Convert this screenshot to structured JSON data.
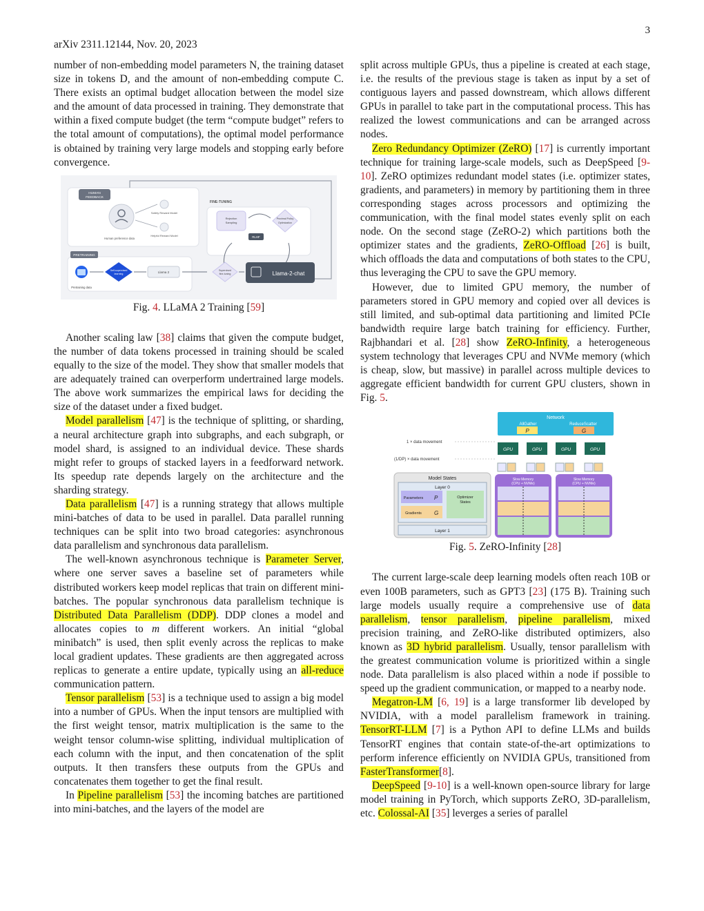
{
  "header": {
    "page_number": "3",
    "arxiv": "arXiv 2311.12144, Nov. 20, 2023"
  },
  "left": {
    "p1": "number of non-embedding model parameters N, the training dataset size in tokens D, and the amount of non-embedding compute C. There exists an optimal budget allocation between the model size and the amount of data processed in training. They demonstrate that within a fixed compute budget (the term “compute budget” refers to the total amount of computations), the optimal model performance is obtained by training very large models and stopping early before convergence.",
    "fig4": {
      "caption_prefix": "Fig. ",
      "num": "4",
      "caption_text": ". LLaMA 2 Training [",
      "ref": "59",
      "caption_end": "]",
      "labels": {
        "human_feedback_1": "HUMAN",
        "human_feedback_2": "FEEDBACK",
        "safety": "Safety Reward Model",
        "helpful": "Helpful Reward Model",
        "human_pref": "Human preference data",
        "fine_tuning": "FINE-TUNING",
        "rejection_1": "Rejection",
        "rejection_2": "Sampling",
        "ppo_1": "Proximal Policy",
        "ppo_2": "Optimization",
        "rlhf": "RLHF",
        "pretraining": "PRETRAINING",
        "self_sup_1": "Self-supervised",
        "self_sup_2": "learning",
        "llama2": "Llama 2",
        "sft_1": "Supervised",
        "sft_2": "fine-tuning",
        "chat": "Llama-2-chat",
        "pretrain_data": "Pretraining data"
      }
    },
    "p2a": "Another scaling law [",
    "p2ref": "38",
    "p2b": "] claims that given the compute budget, the number of data tokens processed in training should be scaled equally to the size of the model. They show that smaller models that are adequately trained can overperform undertrained large models. The above work summarizes the empirical laws for deciding the size of the dataset under a fixed budget.",
    "mp_hl": "Model parallelism",
    "mp_a": " [",
    "mp_ref": "47",
    "mp_b": "] is the technique of splitting, or sharding, a neural architecture graph into subgraphs, and each subgraph, or model shard, is assigned to an individual device. These shards might refer to groups of stacked layers in a feedforward network. Its speedup rate depends largely on the architecture and the sharding strategy.",
    "dp_hl": "Data parallelism",
    "dp_a": " [",
    "dp_ref": "47",
    "dp_b": "] is a running strategy that allows multiple mini-batches of data to be used in parallel. Data parallel running techniques can be split into two broad categories: asynchronous data parallelism and synchronous data parallelism.",
    "ps_a": "The well-known asynchronous technique is ",
    "ps_hl": "Parameter Server",
    "ps_b": ", where  one server saves a baseline set of parameters while distributed workers keep model replicas that train on different mini-batches. The popular synchronous data parallelism technique is ",
    "ddp_hl": "Distributed Data Parallelism (DDP)",
    "ps_c": ". DDP clones a model and allocates copies to ",
    "ps_m": "m",
    "ps_d": " different workers. An initial “global minibatch” is used, then split evenly across the replicas to make local gradient updates. These gradients are then aggregated across replicas to generate a entire update, typically using an ",
    "ar_hl": "all-reduce",
    "ps_e": " communication pattern.",
    "tp_hl": "Tensor parallelism",
    "tp_a": " [",
    "tp_ref": "53",
    "tp_b": "] is a technique used to assign a big model into  a number of GPUs. When the input tensors are multiplied with the first weight tensor, matrix multiplication is the same to the weight tensor column-wise splitting, individual multiplication of each column with the input, and then concatenation of the split outputs. It then transfers these outputs from the GPUs and concatenates them together to get the final result.",
    "pp_a": "In ",
    "pp_hl": "Pipeline parallelism",
    "pp_b": " [",
    "pp_ref": "53",
    "pp_c": "] the incoming batches are partitioned into mini-batches, and the layers of the model are"
  },
  "right": {
    "p1": "split across multiple GPUs, thus a pipeline is created at each stage, i.e. the results of the previous stage is taken as input by a set of contiguous layers and passed downstream, which allows different GPUs in parallel to take part in the computational process. This has realized the lowest communications and can be arranged across nodes.",
    "zero_hl": "Zero Redundancy Optimizer (ZeRO)",
    "zero_a": " [",
    "zero_ref": "17",
    "zero_b": "] is currently important technique for training large-scale models, such as DeepSpeed [",
    "zero_ref2": "9-10",
    "zero_c": "]. ZeRO optimizes redundant model states (i.e. optimizer states, gradients, and parameters) in memory by partitioning them in three corresponding stages across processors and optimizing the communication, with the final model states evenly split on each node. On the second stage (ZeRO-2) which partitions both the optimizer states and the gradients, ",
    "offload_hl": "ZeRO-Offload",
    "zero_d": " [",
    "zero_ref3": "26",
    "zero_e": "] is built, which offloads the data and computations of both states to the CPU, thus leveraging the CPU to save the GPU memory.",
    "inf_a": "However, due to limited GPU memory, the number of parameters stored in GPU memory and copied over all devices is still limited, and sub-optimal data partitioning and limited PCIe bandwidth require large batch training for efficiency. Further, Rajbhandari et al. [",
    "inf_ref": "28",
    "inf_b": "] show ",
    "inf_hl": "ZeRO-Infinity",
    "inf_c": ", a heterogeneous system technology that leverages CPU and NVMe memory (which is cheap, slow, but massive) in parallel across multiple devices to aggregate efficient bandwidth for current GPU clusters, shown in Fig. ",
    "inf_fig": "5",
    "inf_d": ".",
    "fig5": {
      "caption_prefix": "Fig. ",
      "num": "5",
      "caption_text": ". ZeRO-Infinity [",
      "ref": "28",
      "caption_end": "]",
      "labels": {
        "network": "Network",
        "allgather": "AllGather",
        "reducescatter": "ReduceScatter",
        "p0": "P",
        "g0": "G",
        "data_movement_1": "1 × data movement",
        "data_movement_dp": "(1/DP) × data movement",
        "gpu": "GPU",
        "model_states": "Model States",
        "layer0": "Layer 0",
        "parameters": "Parameters",
        "optimizer": "Optimizer",
        "states": "States",
        "gradients": "Gradients",
        "layer1": "Layer 1",
        "slow_memory": "Slow Memory",
        "cpu_nvme": "(CPU + NVMe)"
      }
    },
    "p3": "The current large-scale deep learning models often reach 10B or even 100B parameters, such as GPT3 [",
    "p3ref": "23",
    "p3b": "] (175 B). Training such large models usually require a comprehensive use of ",
    "p3_hl1": "data parallelism",
    "p3c": ", ",
    "p3_hl2": "tensor parallelism",
    "p3d": ", ",
    "p3_hl3": "pipeline parallelism",
    "p3e": ", mixed precision training, and ZeRO-like distributed optimizers, also known as ",
    "p3_hl4": "3D hybrid parallelism",
    "p3f": ". Usually, tensor parallelism with the greatest communication volume is prioritized within a single node. Data parallelism is also placed within a node if possible to speed up the gradient communication, or mapped to a nearby node.",
    "mlm_hl": "Megatron-LM",
    "mlm_a": " [",
    "mlm_ref": "6, 19",
    "mlm_b": "] is a large transformer lib developed by NVIDIA, with a model parallelism framework in training. ",
    "trt_hl": "TensorRT-LLM",
    "trt_a": " [",
    "trt_ref": "7",
    "trt_b": "] is a Python API to define LLMs and builds TensorRT engines that contain state-of-the-art optimizations to perform inference efficiently on NVIDIA GPUs, transitioned from ",
    "ft_hl": "FasterTransformer",
    "trt_c": "[",
    "trt_ref2": "8",
    "trt_d": "].",
    "ds_hl": "DeepSpeed",
    "ds_a": " [",
    "ds_ref": "9-10",
    "ds_b": "] is a well-known open-source library for large model training in PyTorch, which supports ZeRO, 3D-parallelism, etc. ",
    "cai_hl": "Colossal-AI",
    "ds_c": " [",
    "cai_ref": "35",
    "ds_d": "] leverges a series of parallel"
  }
}
